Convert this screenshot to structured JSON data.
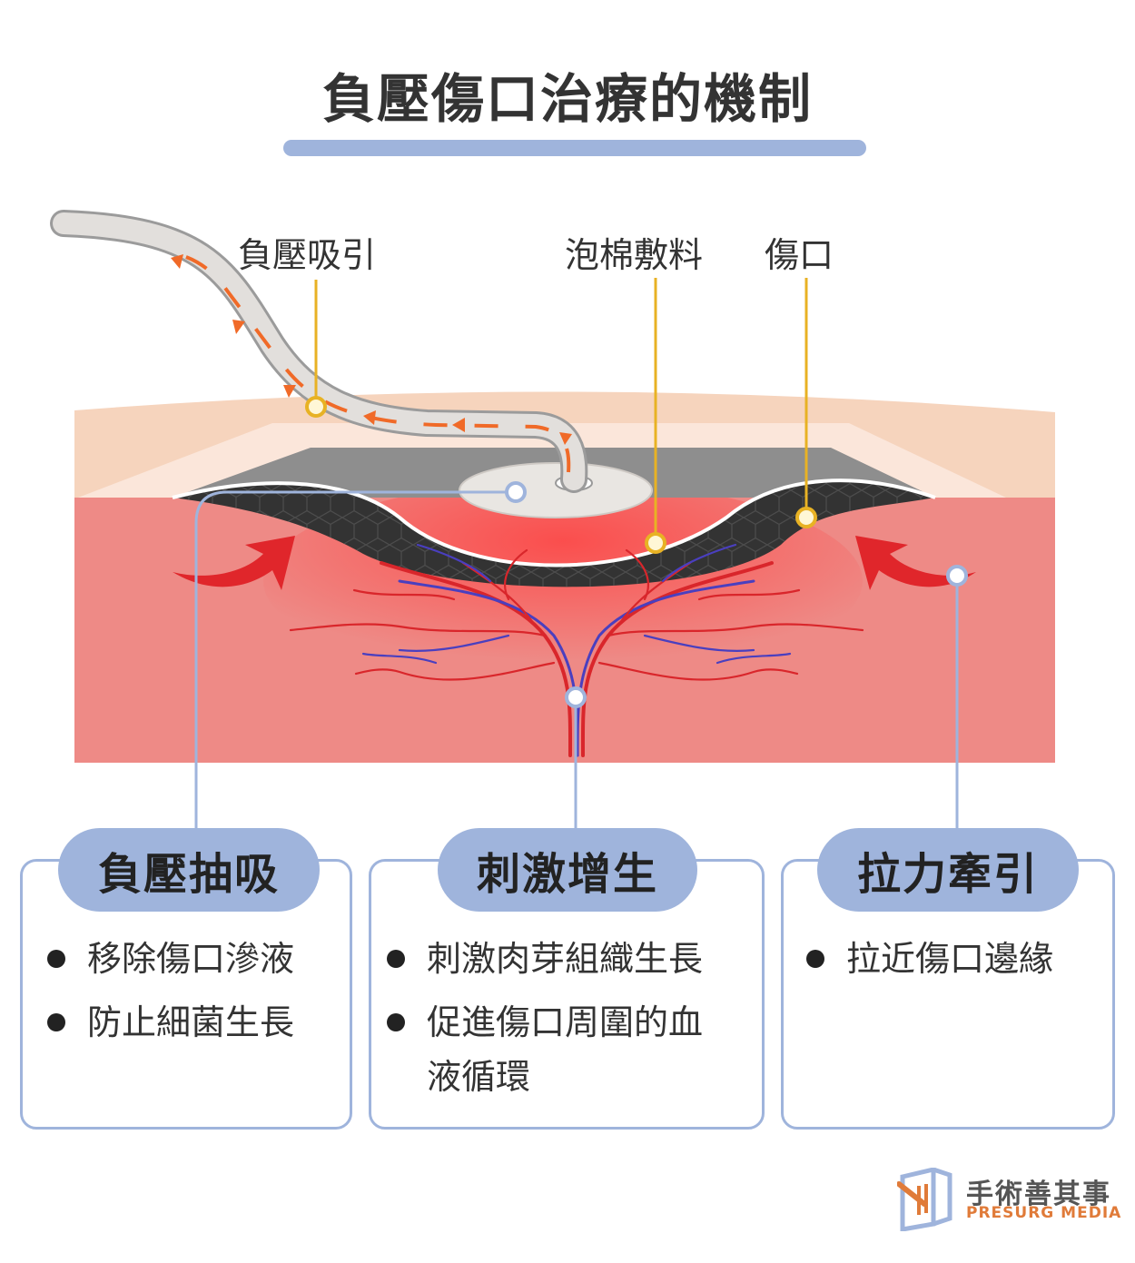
{
  "title": "負壓傷口治療的機制",
  "labels": {
    "suction": "負壓吸引",
    "foam": "泡棉敷料",
    "wound": "傷口"
  },
  "cards": [
    {
      "heading": "負壓抽吸",
      "items": [
        "移除傷口滲液",
        "防止細菌生長"
      ]
    },
    {
      "heading": "刺激增生",
      "items": [
        "刺激肉芽組織生長",
        "促進傷口周圍的血液循環"
      ],
      "item2_line1": "促進傷口周圍的血",
      "item2_line2": "液循環"
    },
    {
      "heading": "拉力牽引",
      "items": [
        "拉近傷口邊緣"
      ]
    }
  ],
  "logo": {
    "name_cn": "手術善其事",
    "name_en": "PRESURG MEDIA"
  },
  "colors": {
    "title_underline": "#9fb4dc",
    "card_border": "#9fb4dc",
    "skin_surface": "#f6d4bd",
    "tissue": "#ee8a86",
    "foam": "#3a3a3a",
    "arrow": "#e0262b",
    "artery": "#d9262b",
    "vein": "#4a3fbf",
    "leader_line": "#e8b224",
    "tube_arrow": "#f06a28",
    "logo_accent": "#e07b39"
  }
}
